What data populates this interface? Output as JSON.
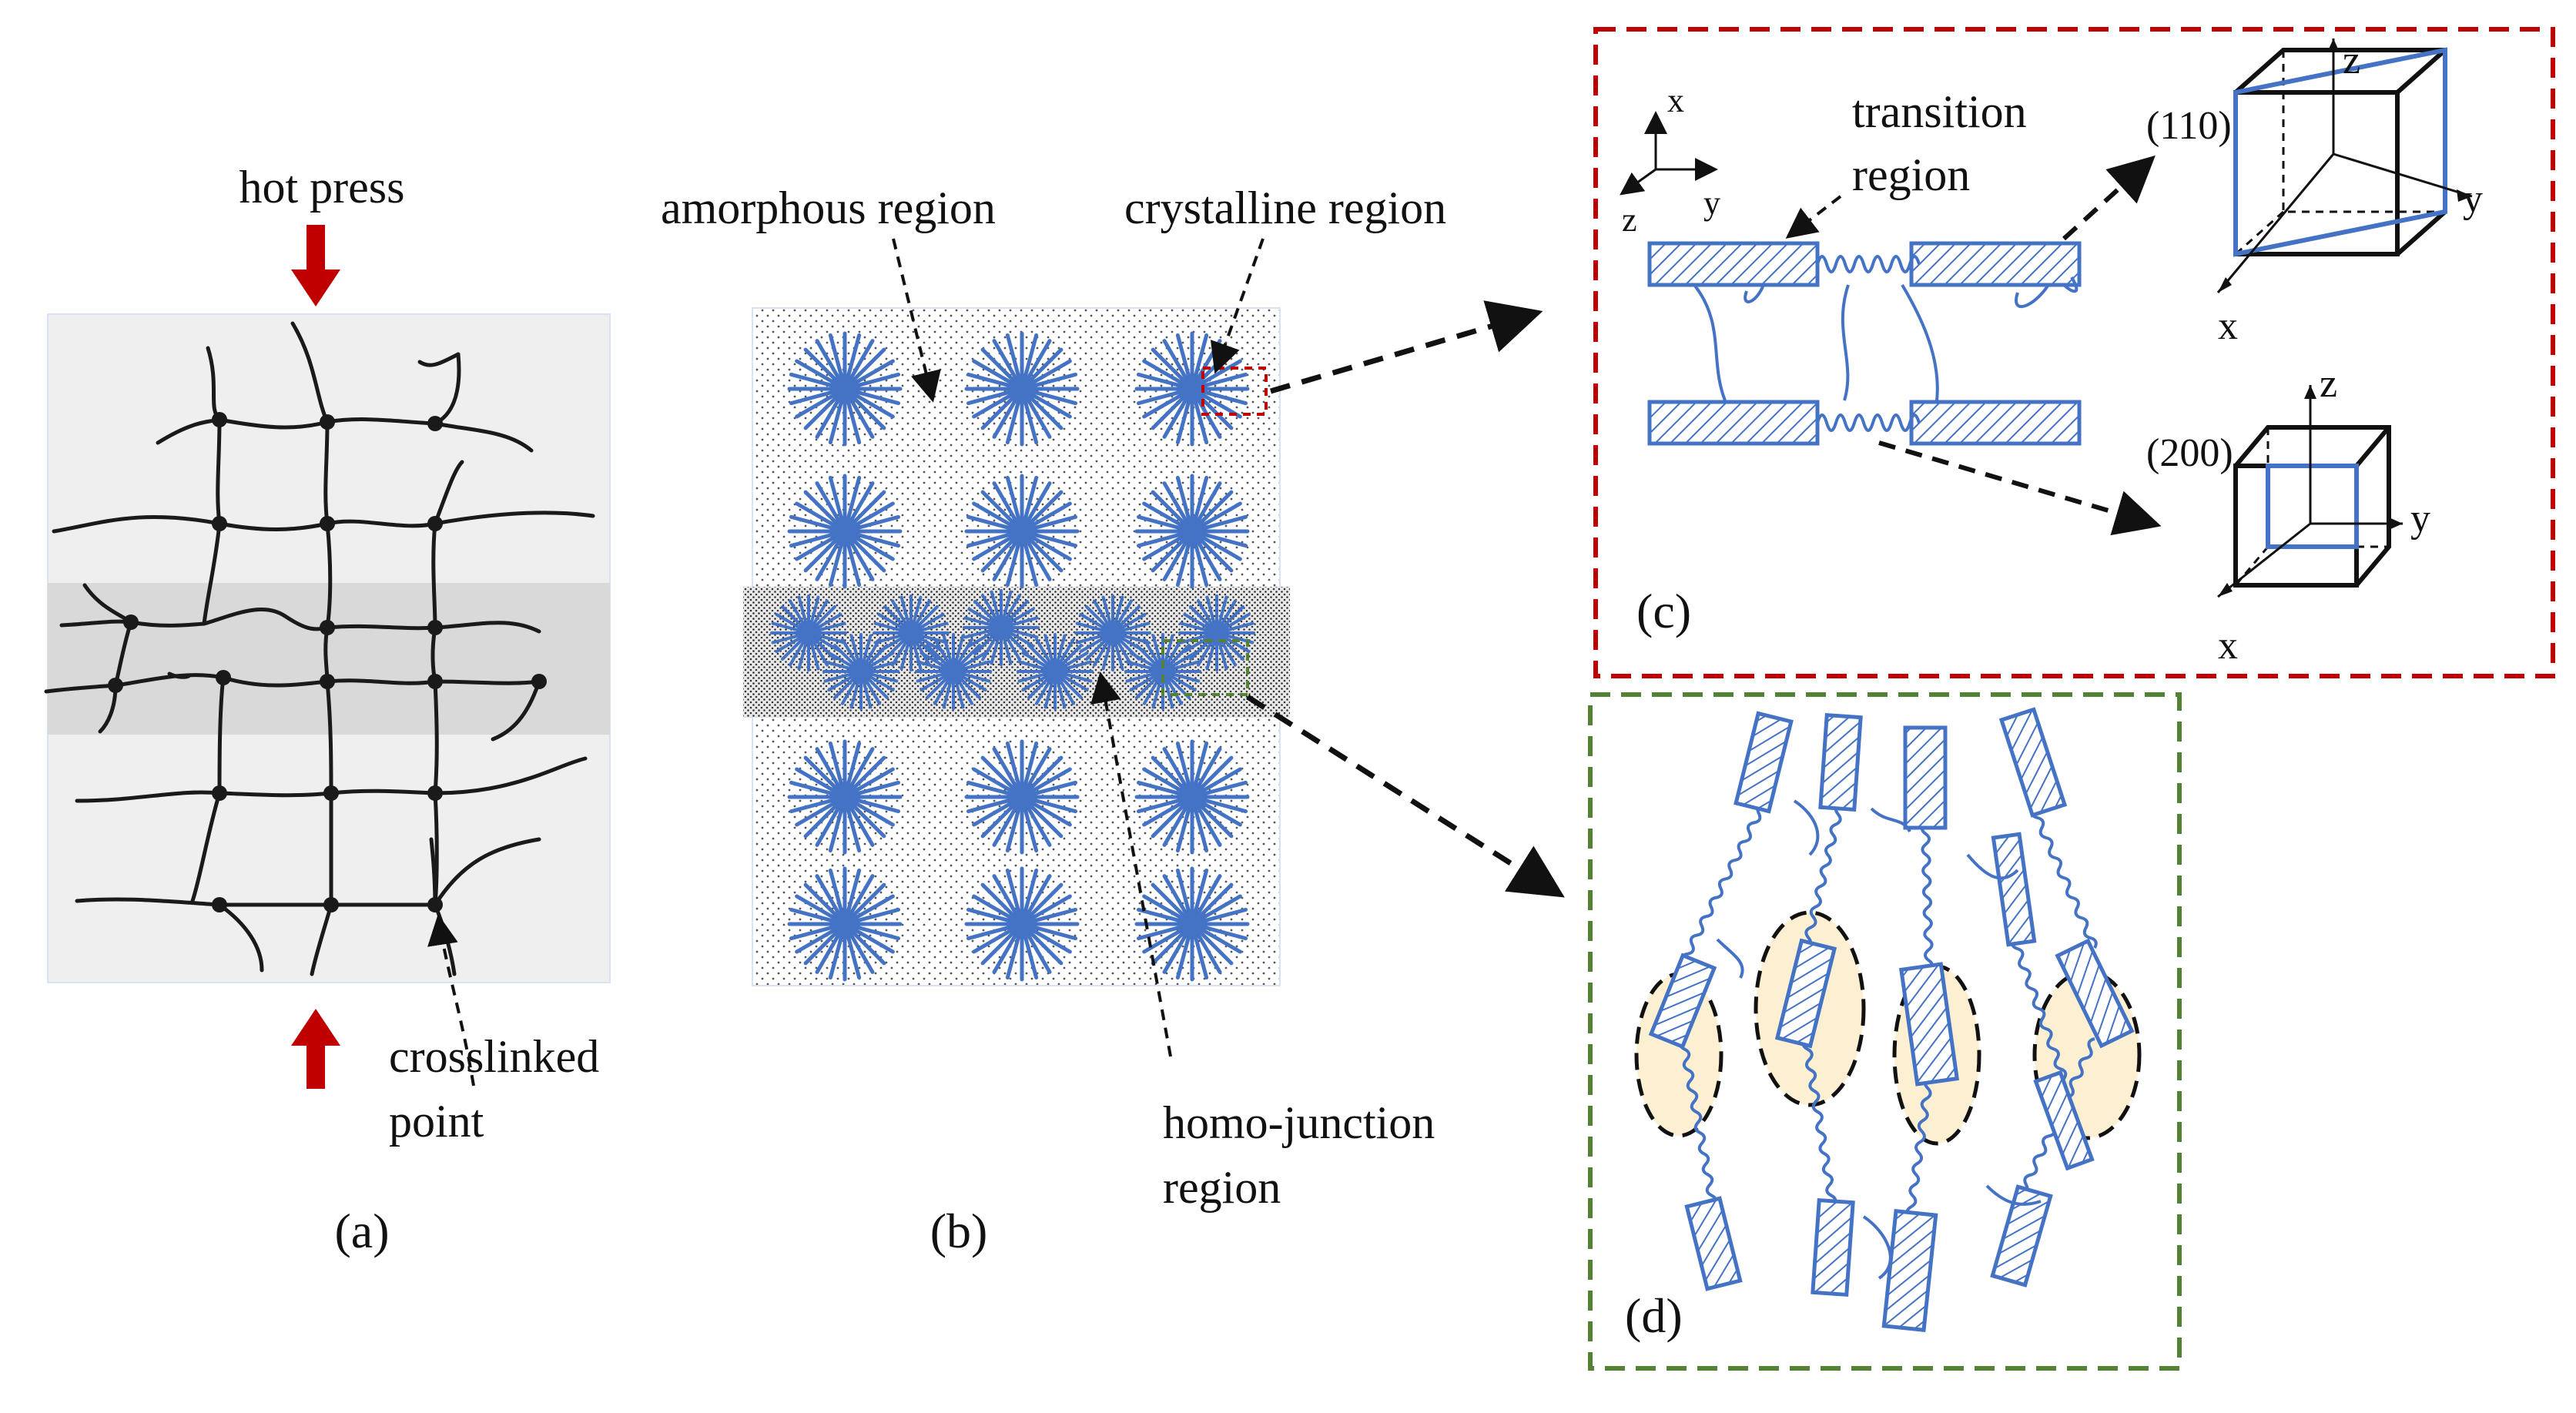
{
  "panel_a": {
    "label": "(a)",
    "hot_press": "hot press",
    "crosslinked_point": [
      "crosslinked",
      "point"
    ]
  },
  "panel_b": {
    "label": "(b)",
    "amorphous_region": "amorphous region",
    "crystalline_region": "crystalline region",
    "homo_junction_region": [
      "homo-junction",
      "region"
    ]
  },
  "panel_c": {
    "label": "(c)",
    "transition_region": [
      "transition",
      "region"
    ],
    "axes": {
      "x": "x",
      "y": "y",
      "z": "z"
    },
    "plane_110": "(110)",
    "plane_200": "(200)"
  },
  "panel_d": {
    "label": "(d)"
  },
  "colors": {
    "press_arrow": "#c00000",
    "polymer_chain": "#1a1a1a",
    "spherulite": "#4472c4",
    "frame_c": "#c00000",
    "frame_d": "#548235",
    "junction_fill": "#fcefd2"
  }
}
